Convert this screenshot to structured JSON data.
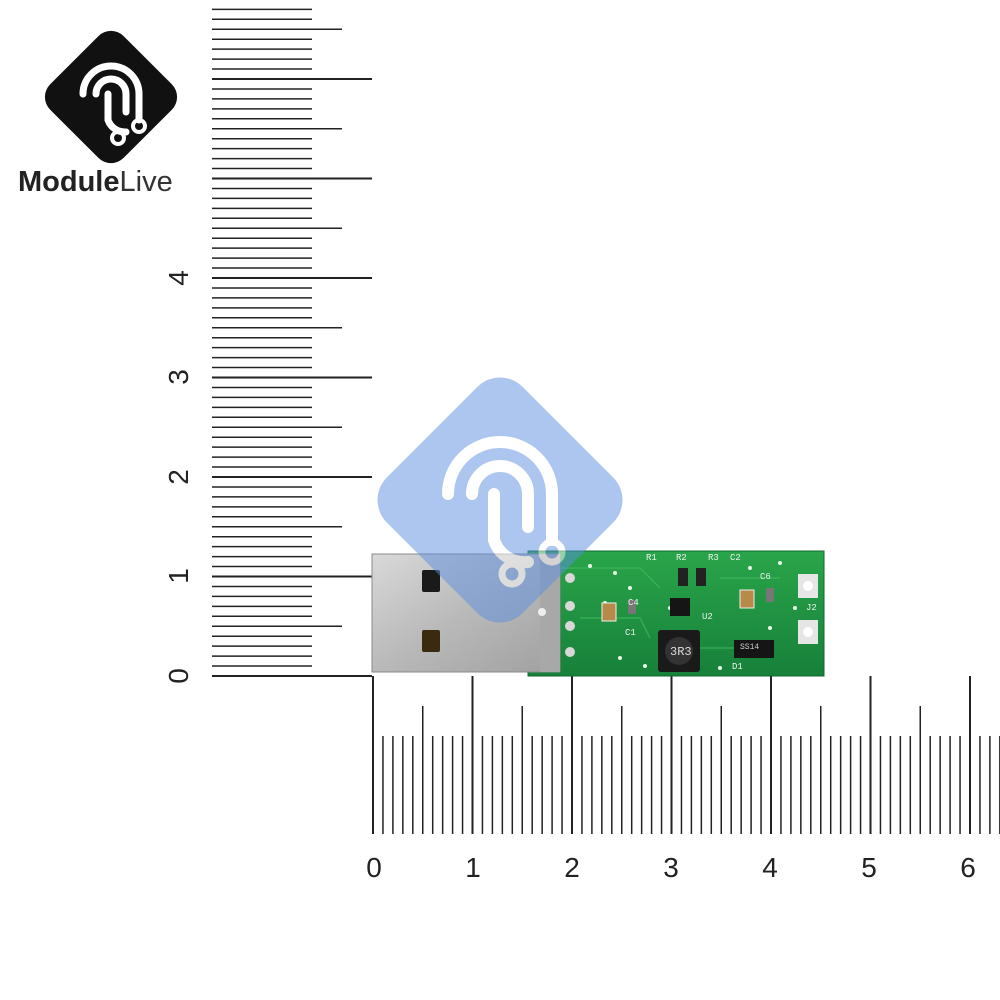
{
  "brand": {
    "name_part1": "Module",
    "name_part2": "Live"
  },
  "vertical_ruler": {
    "labels": [
      "4",
      "3",
      "2",
      "1",
      "0"
    ]
  },
  "horizontal_ruler": {
    "labels": [
      "0",
      "1",
      "2",
      "3",
      "4",
      "5",
      "6"
    ]
  },
  "pcb": {
    "silkscreen": {
      "c2": "C2",
      "c4": "C4",
      "r3": "R3",
      "r2": "R2",
      "r1": "R1",
      "j2": "J2",
      "u2": "U2",
      "d1": "D1",
      "c6": "C6",
      "c1": "C1",
      "inductor": "3R3",
      "diode": "SS14"
    }
  },
  "colors": {
    "pcb_green": "#1f8f3a",
    "usb_metal": "#c8c8c8",
    "logo_black": "#111111",
    "watermark_blue": "#5b8fe0"
  }
}
